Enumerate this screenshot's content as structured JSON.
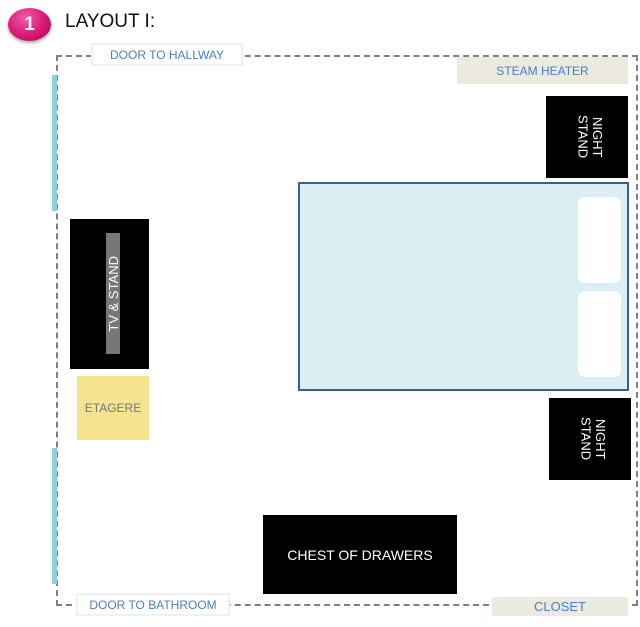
{
  "header": {
    "badge_number": "1",
    "title": "LAYOUT I:"
  },
  "room": {
    "door_hallway": "DOOR TO HALLWAY",
    "steam_heater": "STEAM HEATER",
    "night_stand_top": "NIGHT STAND",
    "night_stand_bottom": "NIGHT STAND",
    "tv_stand": "TV & STAND",
    "etagere": "ETAGERE",
    "chest": "CHEST OF DRAWERS",
    "door_bathroom": "DOOR TO BATHROOM",
    "closet": "CLOSET"
  },
  "colors": {
    "badge": "#d4136f",
    "bed": "#dbeef4",
    "window": "#8ecfe0",
    "etagere": "#f4e48f",
    "fixture": "#ece9df",
    "text_blue": "#4a7fc1"
  }
}
